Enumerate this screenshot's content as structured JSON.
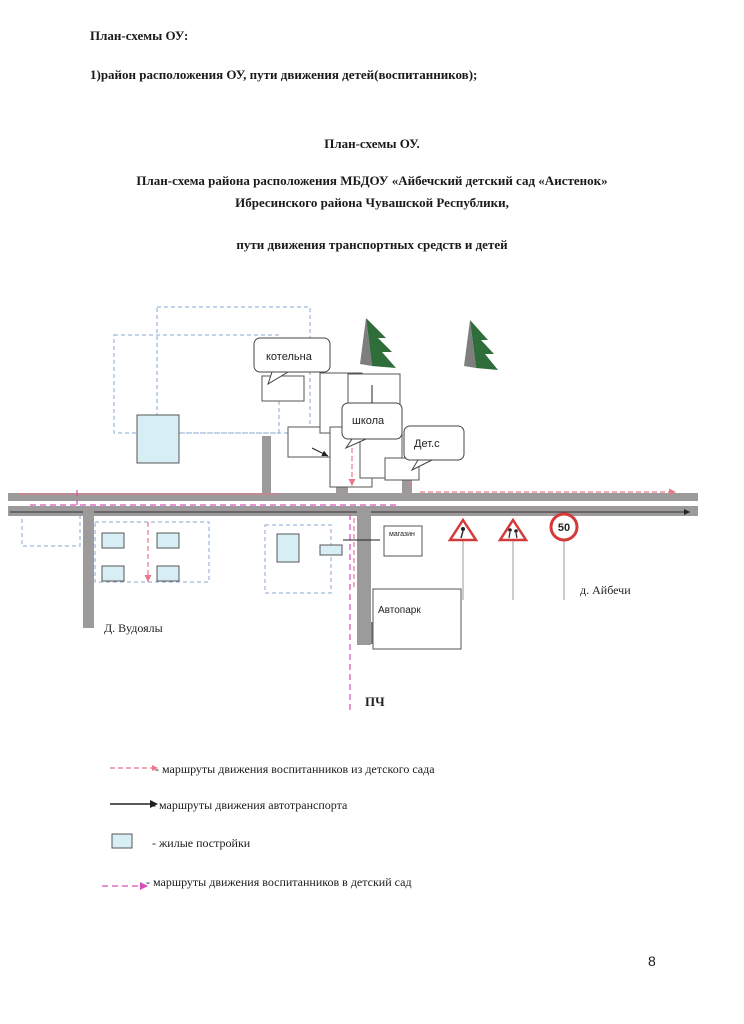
{
  "header": {
    "line1": "План-схемы ОУ:",
    "line2": "1)район расположения ОУ, пути движения детей(воспитанников);"
  },
  "title": {
    "main": "План-схемы ОУ.",
    "sub1": "План-схема района расположения  МБДОУ «Айбечский детский сад «Аистенок»",
    "sub2": "Ибресинского района Чувашской Республики,",
    "sub3": "пути движения транспортных средств и детей"
  },
  "map": {
    "callout_boiler": "котельна",
    "callout_school": "школа",
    "callout_kindergarten": "Дет.с",
    "shop": "магазин",
    "autopark": "Автопарк",
    "village_left": "Д. Вудоялы",
    "village_right": "д. Айбечи",
    "fire_station": "ПЧ",
    "speed_limit": "50",
    "colors": {
      "road": "#9c9a9b",
      "road_dark": "#7d7b7c",
      "building_outline": "#555555",
      "dashed_outline": "#8aa8d0",
      "house_fill": "#d6eef4",
      "route_from": "#e8788a",
      "route_to": "#d64fb8",
      "tree": "#2f6e3a",
      "sign_red": "#d43a3a"
    }
  },
  "legend": {
    "from_kindergarten": "- маршруты движения воспитанников из детского сада",
    "vehicles": "- маршруты движения автотранспорта",
    "residential": "- жилые постройки",
    "to_kindergarten": "- маршруты движения воспитанников в детский сад"
  },
  "page_number": "8"
}
